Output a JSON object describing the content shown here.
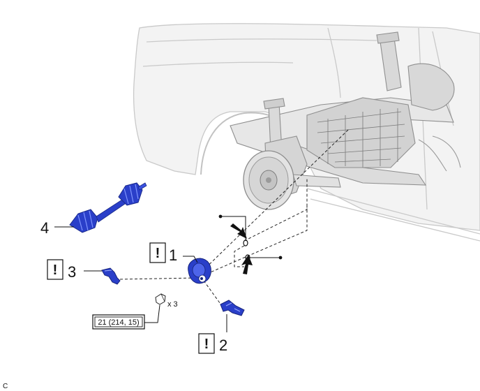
{
  "callouts": {
    "part1": "1",
    "part2": "2",
    "part3": "3",
    "part4": "4"
  },
  "notice_mark": "!",
  "torque_spec": "21 (214, 15)",
  "quantity": "x 3",
  "figure_code": "C",
  "colors": {
    "part_blue": "#2a3fc9",
    "part_blue_light": "#6f86f2",
    "ghost_gray": "#d6d6d6",
    "line": "#111111"
  },
  "icons": {
    "notice": "exclamation-box-icon",
    "reuse_not": "dot-marker-icon",
    "pointer": "black-arrow-icon"
  }
}
